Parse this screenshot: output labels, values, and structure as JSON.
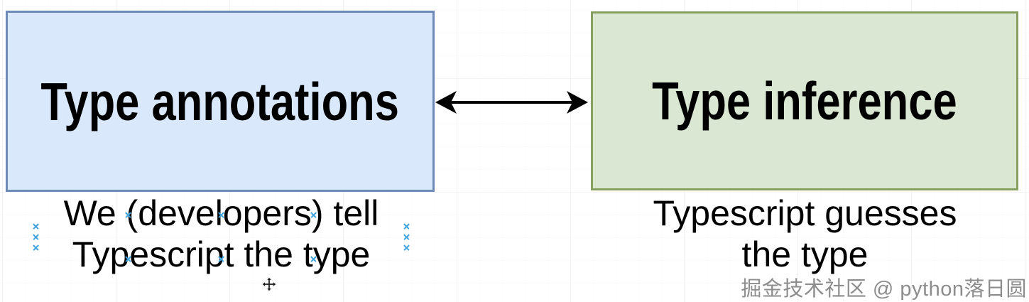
{
  "diagram": {
    "boxes": [
      {
        "label": "Type annotations",
        "fill": "#dae8fc",
        "border": "#6d8ab8",
        "caption_lines": [
          "We (developers) tell",
          "Typescript the type"
        ]
      },
      {
        "label": "Type inference",
        "fill": "#d9e7d3",
        "border": "#87a05f",
        "caption_lines": [
          "Typescript guesses",
          "the type"
        ]
      }
    ],
    "arrow": {
      "type": "double-headed",
      "color": "#000000"
    },
    "connection_point_color": "#3fa3e0"
  },
  "watermark": {
    "text": "掘金技术社区 @ python落日圆",
    "color": "#8d8d8d"
  }
}
